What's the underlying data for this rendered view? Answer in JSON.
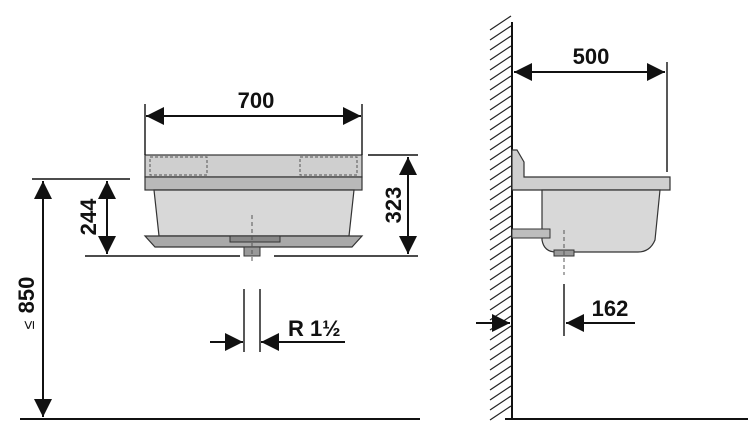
{
  "dimensions": {
    "width_front": "700",
    "depth_side": "500",
    "height_rim": "323",
    "height_bowl": "244",
    "height_floor": "850",
    "height_floor_qualifier": "≤",
    "drain_size": "R 1½",
    "drain_offset": "162"
  }
}
